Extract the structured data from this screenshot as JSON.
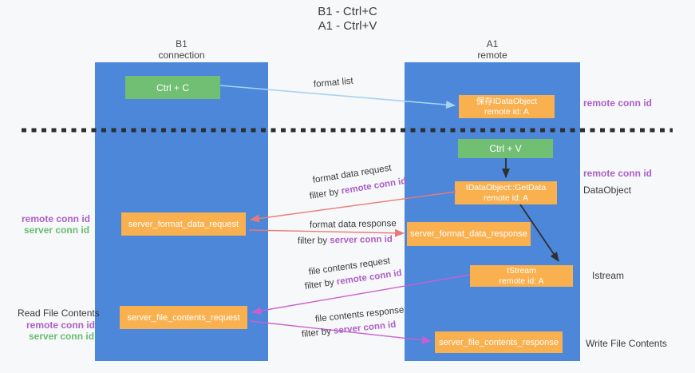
{
  "title": {
    "line1": "B1 - Ctrl+C",
    "line2": "A1 - Ctrl+V"
  },
  "columns": {
    "left": {
      "header1": "B1",
      "header2": "connection"
    },
    "right": {
      "header1": "A1",
      "header2": "remote"
    }
  },
  "boxes": {
    "ctrl_c": {
      "label": "Ctrl + C"
    },
    "ctrl_v": {
      "label": "Ctrl + V"
    },
    "save_idataobject": {
      "line1": "保存IDataObject",
      "line2": "remote id: A"
    },
    "getdata": {
      "line1": "IDataObject::GetData",
      "line2": "remote id: A"
    },
    "istream": {
      "line1": "IStream",
      "line2": "remote id: A"
    },
    "format_request": {
      "label": "server_format_data_request"
    },
    "format_response": {
      "label": "server_format_data_response"
    },
    "file_request": {
      "label": "server_file_contents_request"
    },
    "file_response": {
      "label": "server_file_contents_response"
    }
  },
  "side_labels": {
    "remote_conn_id": "remote conn id",
    "server_conn_id": "server conn id",
    "dataobject": "DataObject",
    "istream": "Istream",
    "read_file_contents": "Read File Contents",
    "write_file_contents": "Write File Contents"
  },
  "arrow_labels": {
    "format_list": "format list",
    "format_data_request": "format data request",
    "format_data_response": "format data response",
    "file_contents_request": "file contents request",
    "file_contents_response": "file contents response",
    "filter_by": "filter by",
    "remote_conn_id": "remote conn id",
    "server_conn_id": "server conn id"
  },
  "colors": {
    "background": "#f7f8f9",
    "column_blue": "#4c87d9",
    "box_orange": "#f9b04f",
    "box_green": "#71bf73",
    "purple_text": "#ab5fc5",
    "green_text": "#67bd71",
    "arrow_light_blue": "#a8d2f0",
    "arrow_red": "#e97a77",
    "arrow_magenta": "#c95fd0",
    "arrow_black": "#2f2f2f"
  }
}
